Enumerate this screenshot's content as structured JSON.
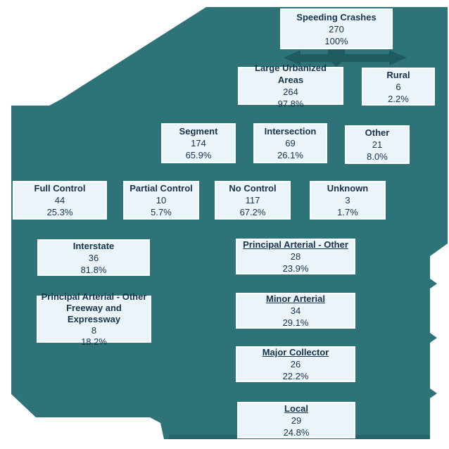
{
  "colors": {
    "background": "#2e7377",
    "arrow": "#1f5b61",
    "box_fill": "#eaf4f9",
    "box_border": "#fbfdfe",
    "text": "#16334b",
    "canvas": "#ffffff"
  },
  "nodes": [
    {
      "id": "speeding-crashes",
      "title": "Speeding Crashes",
      "count": "270",
      "percent": "100%"
    },
    {
      "id": "large-urbanized-areas",
      "title": "Large Urbanized Areas",
      "count": "264",
      "percent": "97.8%"
    },
    {
      "id": "rural",
      "title": "Rural",
      "count": "6",
      "percent": "2.2%"
    },
    {
      "id": "segment",
      "title": "Segment",
      "count": "174",
      "percent": "65.9%"
    },
    {
      "id": "intersection",
      "title": "Intersection",
      "count": "69",
      "percent": "26.1%"
    },
    {
      "id": "other",
      "title": "Other",
      "count": "21",
      "percent": "8.0%"
    },
    {
      "id": "full-control",
      "title": "Full Control",
      "count": "44",
      "percent": "25.3%"
    },
    {
      "id": "partial-control",
      "title": "Partial Control",
      "count": "10",
      "percent": "5.7%"
    },
    {
      "id": "no-control",
      "title": "No Control",
      "count": "117",
      "percent": "67.2%"
    },
    {
      "id": "unknown",
      "title": "Unknown",
      "count": "3",
      "percent": "1.7%"
    },
    {
      "id": "interstate",
      "title": "Interstate",
      "count": "36",
      "percent": "81.8%"
    },
    {
      "id": "principal-arterial-other",
      "title": "Principal Arterial - Other",
      "count": "28",
      "percent": "23.9%"
    },
    {
      "id": "pa-other-freeway-expressway",
      "title": "Principal Arterial - Other Freeway and Expressway",
      "count": "8",
      "percent": "18.2%"
    },
    {
      "id": "minor-arterial",
      "title": "Minor Arterial",
      "count": "34",
      "percent": "29.1%"
    },
    {
      "id": "major-collector",
      "title": "Major Collector",
      "count": "26",
      "percent": "22.2%"
    },
    {
      "id": "local",
      "title": "Local",
      "count": "29",
      "percent": "24.8%"
    }
  ]
}
